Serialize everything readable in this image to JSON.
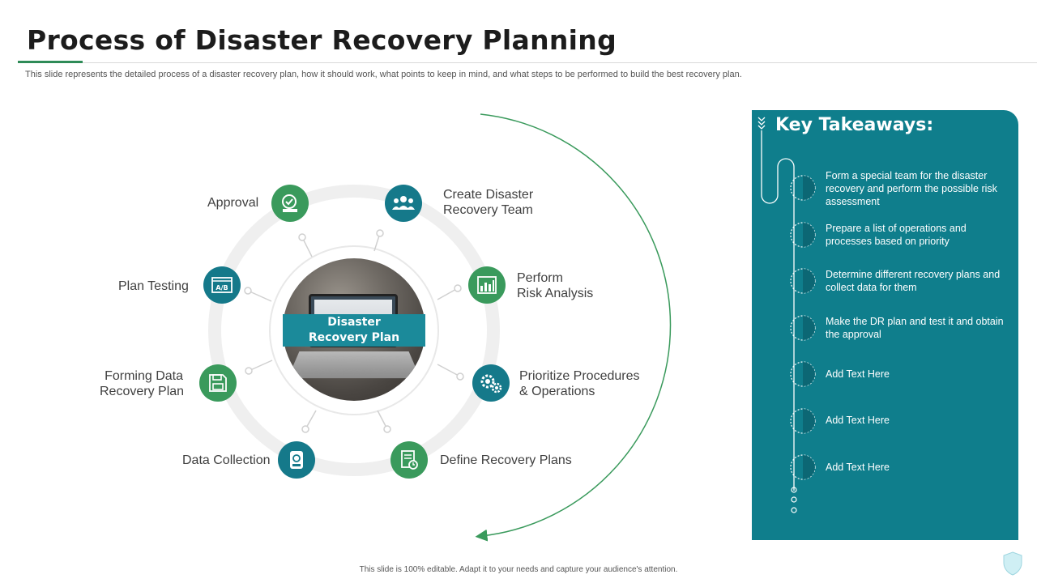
{
  "header": {
    "title": "Process of Disaster Recovery Planning",
    "subtitle": "This slide represents the detailed process of a disaster recovery plan, how it should work, what points to keep in mind, and what steps to be performed to build the best recovery  plan."
  },
  "diagram": {
    "center_line1": "Disaster",
    "center_line2": "Recovery Plan",
    "steps": [
      {
        "label_line1": "Approval",
        "label_line2": "",
        "icon": "stamp-icon"
      },
      {
        "label_line1": "Create Disaster",
        "label_line2": "Recovery Team",
        "icon": "team-icon"
      },
      {
        "label_line1": "Perform",
        "label_line2": "Risk Analysis",
        "icon": "bar-chart-icon"
      },
      {
        "label_line1": "Prioritize Procedures",
        "label_line2": "& Operations",
        "icon": "gears-icon"
      },
      {
        "label_line1": "Define Recovery Plans",
        "label_line2": "",
        "icon": "clipboard-clock-icon"
      },
      {
        "label_line1": "Data Collection",
        "label_line2": "",
        "icon": "hard-drive-icon"
      },
      {
        "label_line1": "Forming Data",
        "label_line2": "Recovery Plan",
        "icon": "floppy-disk-icon"
      },
      {
        "label_line1": "Plan Testing",
        "label_line2": "",
        "icon": "ab-test-icon"
      }
    ],
    "colors": {
      "green": "#3a9a5c",
      "teal": "#15798a",
      "arrow": "#3a9a5c"
    }
  },
  "takeaways": {
    "title": "Key Takeaways:",
    "items": [
      "Form a special team for the disaster recovery  and perform  the possible risk assessment",
      "Prepare  a list of operations  and processes based on priority",
      "Determine different  recovery  plans and collect data for them",
      "Make the DR plan and test it and obtain the approval",
      "Add Text Here",
      "Add Text Here",
      "Add Text Here"
    ],
    "panel_color": "#0f7e8c"
  },
  "footer": {
    "text": "This slide is 100% editable.  Adapt it to your needs and capture your audience's attention."
  }
}
